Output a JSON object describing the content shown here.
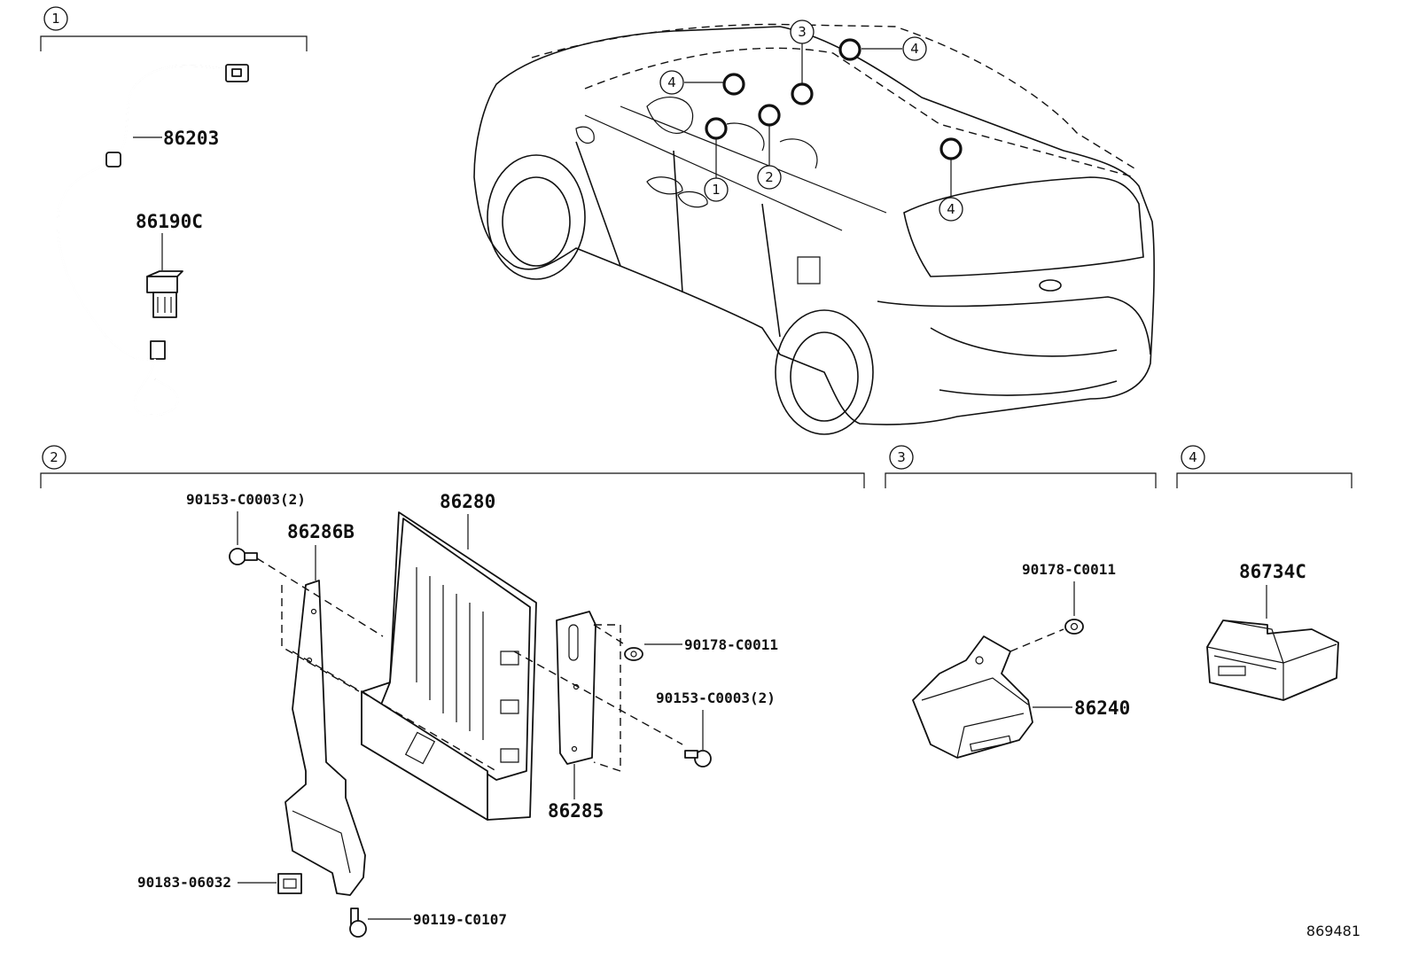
{
  "diagram_id": "869481",
  "groups": [
    {
      "num": "1",
      "parts": [
        "86203",
        "86190C"
      ]
    },
    {
      "num": "2",
      "parts": [
        "90153-C0003(2)",
        "86286B",
        "86280",
        "90178-C0011",
        "90153-C0003(2)",
        "86285",
        "90183-06032",
        "90119-C0107"
      ]
    },
    {
      "num": "3",
      "parts": [
        "90178-C0011",
        "86240"
      ]
    },
    {
      "num": "4",
      "parts": [
        "86734C"
      ]
    }
  ],
  "vehicle_callouts": [
    "3",
    "4",
    "4",
    "1",
    "2",
    "4"
  ]
}
